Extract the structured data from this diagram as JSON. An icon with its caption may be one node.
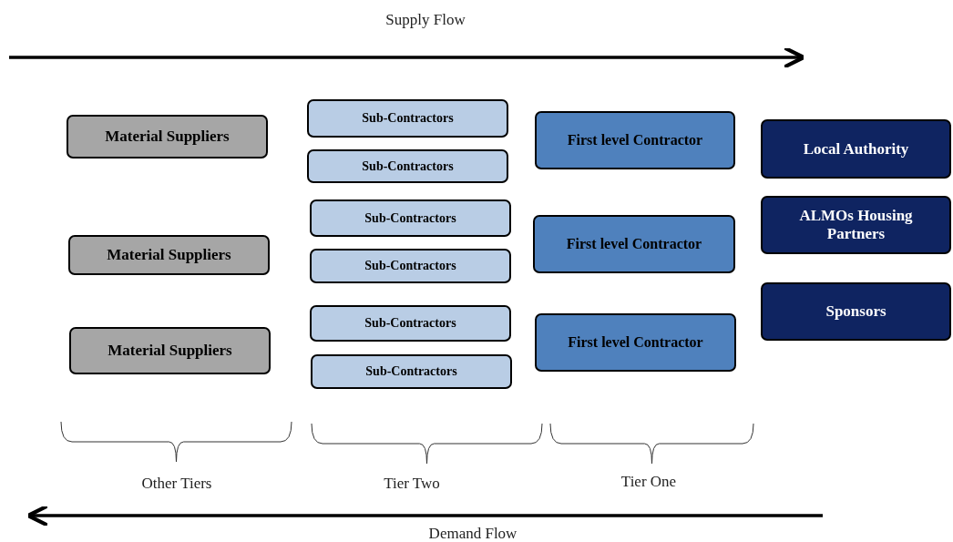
{
  "diagram": {
    "nodes": [
      {
        "text": [
          "Material Suppliers"
        ]
      },
      {
        "text": [
          "Material Suppliers"
        ]
      },
      {
        "text": [
          "Material Suppliers"
        ]
      },
      {
        "text": [
          "Sub-Contractors"
        ]
      },
      {
        "text": [
          "Sub-Contractors"
        ]
      },
      {
        "text": [
          "Sub-Contractors"
        ]
      },
      {
        "text": [
          "Sub-Contractors"
        ]
      },
      {
        "text": [
          "Sub-Contractors"
        ]
      },
      {
        "text": [
          "Sub-Contractors"
        ]
      },
      {
        "text": [
          "First level Contractor"
        ]
      },
      {
        "text": [
          "First level Contractor"
        ]
      },
      {
        "text": [
          "First level Contractor"
        ]
      },
      {
        "text": [
          "Local Authority"
        ]
      },
      {
        "text": [
          "ALMOs Housing Partners"
        ]
      },
      {
        "text": [
          "Sponsors"
        ]
      }
    ],
    "labels": [
      "Supply Flow",
      "Other Tiers",
      "Tier Two",
      "Tier One",
      "Demand Flow"
    ]
  }
}
